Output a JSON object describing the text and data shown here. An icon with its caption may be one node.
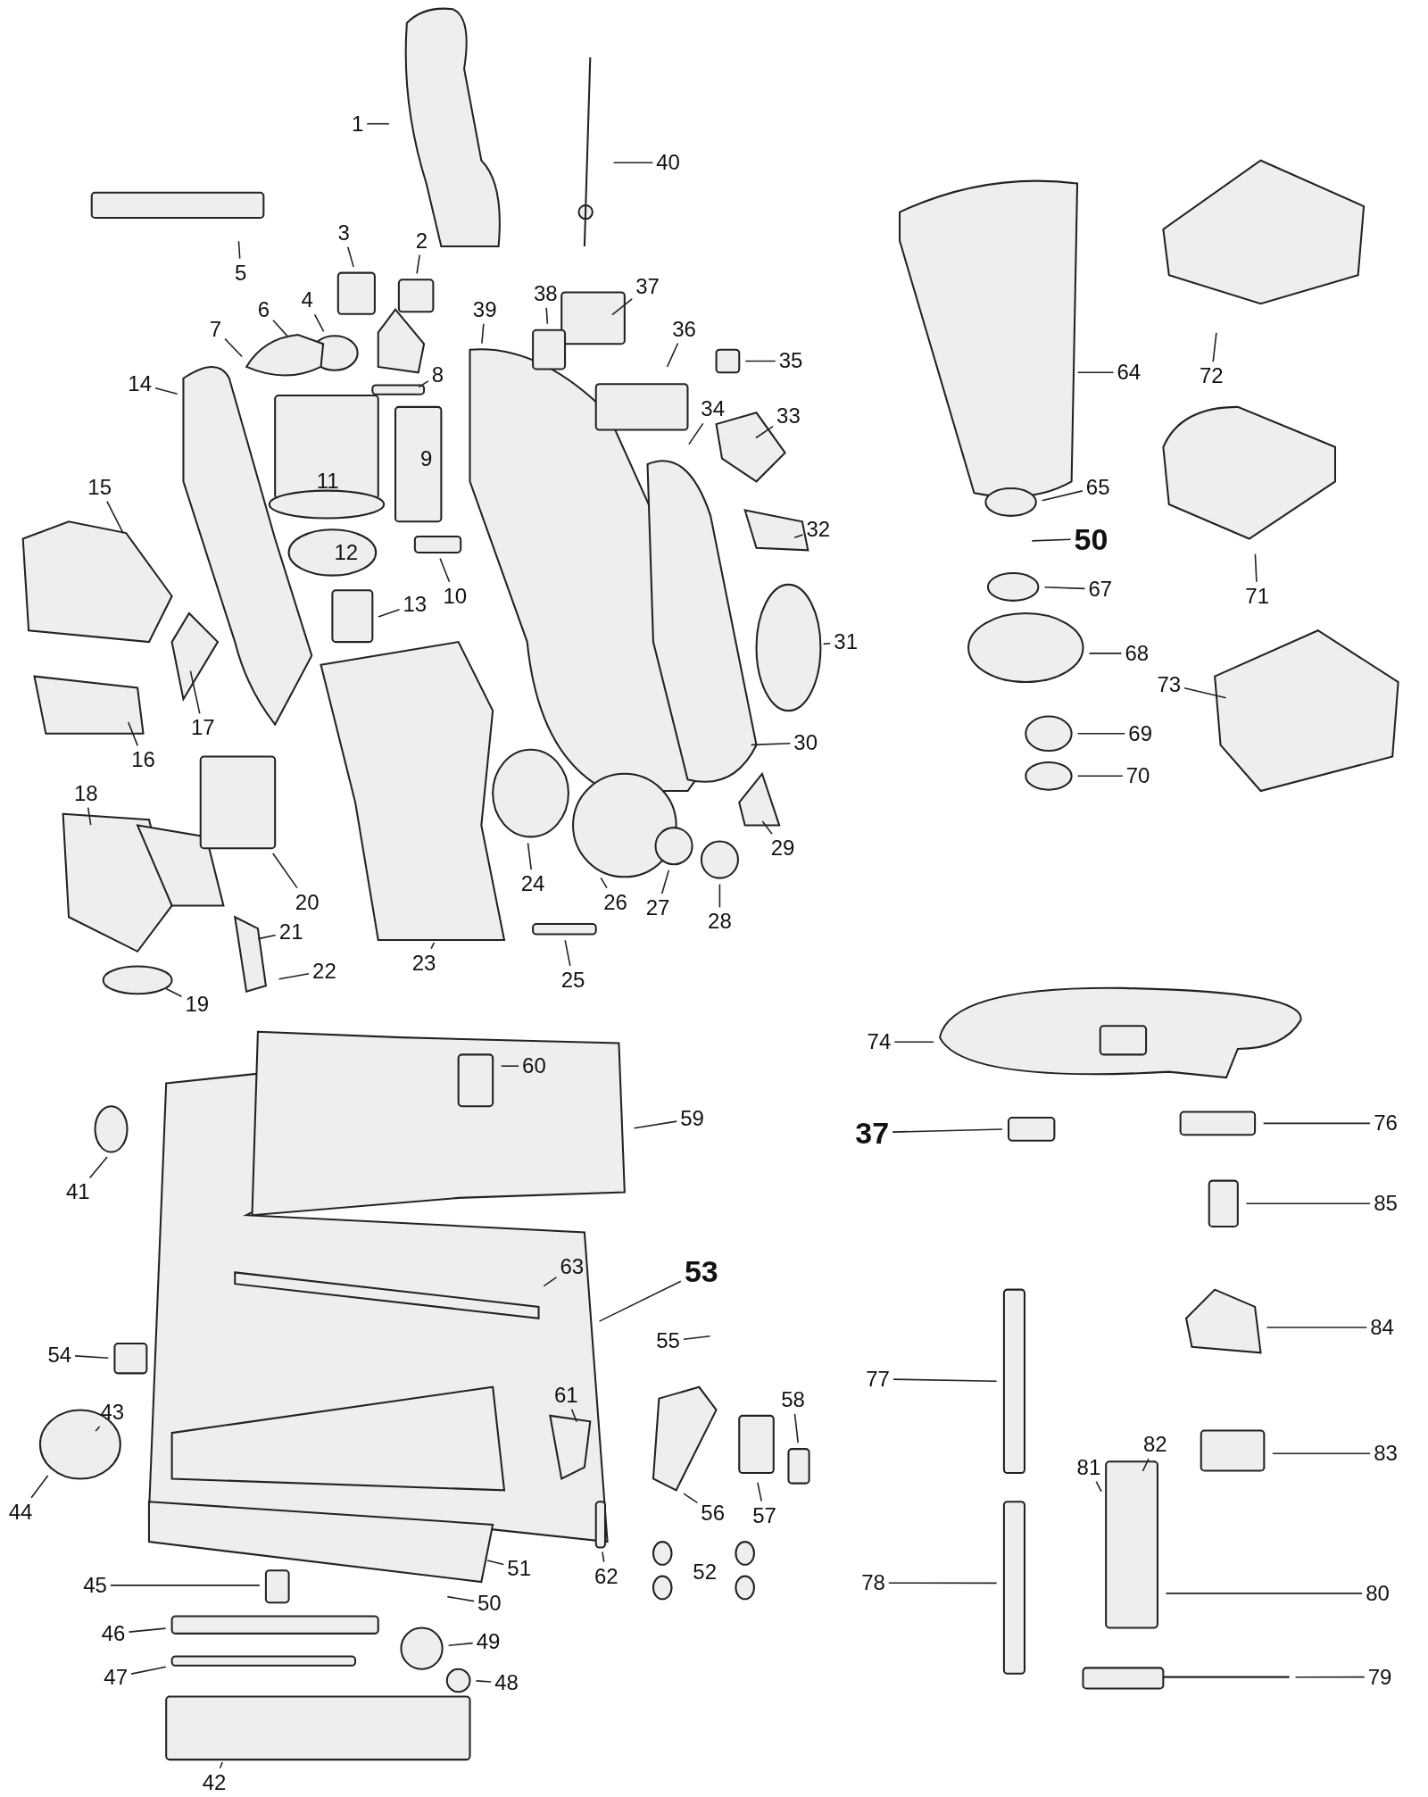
{
  "diagram": {
    "nodes": [
      {
        "text": [
          "1"
        ]
      },
      {
        "text": [
          "40"
        ]
      },
      {
        "text": [
          "5"
        ]
      },
      {
        "text": [
          "3"
        ]
      },
      {
        "text": [
          "2"
        ]
      },
      {
        "text": [
          "4"
        ]
      },
      {
        "text": [
          "6"
        ]
      },
      {
        "text": [
          "7"
        ]
      },
      {
        "text": [
          "39"
        ]
      },
      {
        "text": [
          "38"
        ]
      },
      {
        "text": [
          "37"
        ]
      },
      {
        "text": [
          "36"
        ]
      },
      {
        "text": [
          "35"
        ]
      },
      {
        "text": [
          "34"
        ]
      },
      {
        "text": [
          "33"
        ]
      },
      {
        "text": [
          "14"
        ]
      },
      {
        "text": [
          "8"
        ]
      },
      {
        "text": [
          "10"
        ]
      },
      {
        "text": [
          "15"
        ]
      },
      {
        "text": [
          "13"
        ]
      },
      {
        "text": [
          "32"
        ]
      },
      {
        "text": [
          "31"
        ]
      },
      {
        "text": [
          "17"
        ]
      },
      {
        "text": [
          "16"
        ]
      },
      {
        "text": [
          "30"
        ]
      },
      {
        "text": [
          "29"
        ]
      },
      {
        "text": [
          "18"
        ]
      },
      {
        "text": [
          "20"
        ]
      },
      {
        "text": [
          "24"
        ]
      },
      {
        "text": [
          "26"
        ]
      },
      {
        "text": [
          "27"
        ]
      },
      {
        "text": [
          "28"
        ]
      },
      {
        "text": [
          "23"
        ]
      },
      {
        "text": [
          "21"
        ]
      },
      {
        "text": [
          "22"
        ]
      },
      {
        "text": [
          "25"
        ]
      },
      {
        "text": [
          "19"
        ]
      },
      {
        "text": [
          "64"
        ]
      },
      {
        "text": [
          "72"
        ]
      },
      {
        "text": [
          "65"
        ]
      },
      {
        "text": [
          "50"
        ]
      },
      {
        "text": [
          "67"
        ]
      },
      {
        "text": [
          "71"
        ]
      },
      {
        "text": [
          "68"
        ]
      },
      {
        "text": [
          "73"
        ]
      },
      {
        "text": [
          "69"
        ]
      },
      {
        "text": [
          "70"
        ]
      },
      {
        "text": [
          "74"
        ]
      },
      {
        "text": [
          "60"
        ]
      },
      {
        "text": [
          "59"
        ]
      },
      {
        "text": [
          "41"
        ]
      },
      {
        "text": [
          "37"
        ]
      },
      {
        "text": [
          "76"
        ]
      },
      {
        "text": [
          "85"
        ]
      },
      {
        "text": [
          "53"
        ]
      },
      {
        "text": [
          "63"
        ]
      },
      {
        "text": [
          "55"
        ]
      },
      {
        "text": [
          "84"
        ]
      },
      {
        "text": [
          "54"
        ]
      },
      {
        "text": [
          "43"
        ]
      },
      {
        "text": [
          "61"
        ]
      },
      {
        "text": [
          "58"
        ]
      },
      {
        "text": [
          "77"
        ]
      },
      {
        "text": [
          "82"
        ]
      },
      {
        "text": [
          "81"
        ]
      },
      {
        "text": [
          "83"
        ]
      },
      {
        "text": [
          "44"
        ]
      },
      {
        "text": [
          "56"
        ]
      },
      {
        "text": [
          "57"
        ]
      },
      {
        "text": [
          "51"
        ]
      },
      {
        "text": [
          "62"
        ]
      },
      {
        "text": [
          "80"
        ]
      },
      {
        "text": [
          "78"
        ]
      },
      {
        "text": [
          "45"
        ]
      },
      {
        "text": [
          "50"
        ]
      },
      {
        "text": [
          "49"
        ]
      },
      {
        "text": [
          "46"
        ]
      },
      {
        "text": [
          "48"
        ]
      },
      {
        "text": [
          "47"
        ]
      },
      {
        "text": [
          "79"
        ]
      },
      {
        "text": [
          "42"
        ]
      }
    ],
    "edges": [
      {
        "from": 0,
        "to": null,
        "arrow": "none"
      },
      {
        "from": 1,
        "to": null,
        "arrow": "none"
      },
      {
        "from": 2,
        "to": null,
        "arrow": "none"
      },
      {
        "from": 3,
        "to": null,
        "arrow": "none"
      },
      {
        "from": 4,
        "to": null,
        "arrow": "none"
      },
      {
        "from": 5,
        "to": null,
        "arrow": "none"
      },
      {
        "from": 6,
        "to": null,
        "arrow": "none"
      },
      {
        "from": 7,
        "to": null,
        "arrow": "none"
      },
      {
        "from": 8,
        "to": null,
        "arrow": "none"
      },
      {
        "from": 9,
        "to": null,
        "arrow": "none"
      },
      {
        "from": 10,
        "to": null,
        "arrow": "none"
      },
      {
        "from": 11,
        "to": null,
        "arrow": "none"
      },
      {
        "from": 12,
        "to": null,
        "arrow": "none"
      },
      {
        "from": 13,
        "to": null,
        "arrow": "none"
      },
      {
        "from": 14,
        "to": null,
        "arrow": "none"
      },
      {
        "from": 15,
        "to": null,
        "arrow": "none"
      },
      {
        "from": 16,
        "to": null,
        "arrow": "none"
      },
      {
        "from": 17,
        "to": null,
        "arrow": "none"
      },
      {
        "from": 18,
        "to": null,
        "arrow": "none"
      },
      {
        "from": 19,
        "to": null,
        "arrow": "none"
      },
      {
        "from": 20,
        "to": null,
        "arrow": "none"
      },
      {
        "from": 21,
        "to": null,
        "arrow": "none"
      },
      {
        "from": 22,
        "to": null,
        "arrow": "none"
      },
      {
        "from": 23,
        "to": null,
        "arrow": "none"
      },
      {
        "from": 24,
        "to": null,
        "arrow": "none"
      },
      {
        "from": 25,
        "to": null,
        "arrow": "none"
      },
      {
        "from": 26,
        "to": null,
        "arrow": "none"
      },
      {
        "from": 27,
        "to": null,
        "arrow": "none"
      },
      {
        "from": 28,
        "to": null,
        "arrow": "none"
      },
      {
        "from": 29,
        "to": null,
        "arrow": "none"
      },
      {
        "from": 30,
        "to": null,
        "arrow": "none"
      },
      {
        "from": 31,
        "to": null,
        "arrow": "none"
      },
      {
        "from": 32,
        "to": null,
        "arrow": "none"
      },
      {
        "from": 33,
        "to": null,
        "arrow": "none"
      },
      {
        "from": 34,
        "to": null,
        "arrow": "none"
      },
      {
        "from": 35,
        "to": null,
        "arrow": "none"
      },
      {
        "from": 36,
        "to": null,
        "arrow": "none"
      },
      {
        "from": 37,
        "to": null,
        "arrow": "none"
      },
      {
        "from": 38,
        "to": null,
        "arrow": "none"
      },
      {
        "from": 39,
        "to": null,
        "arrow": "none"
      },
      {
        "from": 40,
        "to": null,
        "arrow": "none"
      },
      {
        "from": 41,
        "to": null,
        "arrow": "none"
      },
      {
        "from": 42,
        "to": null,
        "arrow": "none"
      },
      {
        "from": 43,
        "to": null,
        "arrow": "none"
      },
      {
        "from": 44,
        "to": null,
        "arrow": "none"
      },
      {
        "from": 45,
        "to": null,
        "arrow": "none"
      },
      {
        "from": 46,
        "to": null,
        "arrow": "none"
      },
      {
        "from": 47,
        "to": null,
        "arrow": "none"
      },
      {
        "from": 48,
        "to": null,
        "arrow": "none"
      },
      {
        "from": 49,
        "to": null,
        "arrow": "none"
      },
      {
        "from": 50,
        "to": null,
        "arrow": "none"
      },
      {
        "from": 51,
        "to": null,
        "arrow": "none"
      },
      {
        "from": 52,
        "to": null,
        "arrow": "none"
      },
      {
        "from": 53,
        "to": null,
        "arrow": "none"
      },
      {
        "from": 54,
        "to": null,
        "arrow": "none"
      },
      {
        "from": 55,
        "to": null,
        "arrow": "none"
      },
      {
        "from": 56,
        "to": null,
        "arrow": "none"
      },
      {
        "from": 57,
        "to": null,
        "arrow": "none"
      },
      {
        "from": 58,
        "to": null,
        "arrow": "none"
      },
      {
        "from": 59,
        "to": null,
        "arrow": "none"
      },
      {
        "from": 60,
        "to": null,
        "arrow": "none"
      },
      {
        "from": 61,
        "to": null,
        "arrow": "none"
      },
      {
        "from": 62,
        "to": null,
        "arrow": "none"
      },
      {
        "from": 63,
        "to": null,
        "arrow": "none"
      },
      {
        "from": 64,
        "to": null,
        "arrow": "none"
      },
      {
        "from": 65,
        "to": null,
        "arrow": "none"
      },
      {
        "from": 66,
        "to": null,
        "arrow": "none"
      },
      {
        "from": 67,
        "to": null,
        "arrow": "none"
      },
      {
        "from": 68,
        "to": null,
        "arrow": "none"
      },
      {
        "from": 69,
        "to": null,
        "arrow": "none"
      },
      {
        "from": 70,
        "to": null,
        "arrow": "none"
      },
      {
        "from": 71,
        "to": null,
        "arrow": "none"
      },
      {
        "from": 72,
        "to": null,
        "arrow": "none"
      },
      {
        "from": 73,
        "to": null,
        "arrow": "none"
      },
      {
        "from": 74,
        "to": null,
        "arrow": "none"
      },
      {
        "from": 75,
        "to": null,
        "arrow": "none"
      },
      {
        "from": 76,
        "to": null,
        "arrow": "none"
      },
      {
        "from": 77,
        "to": null,
        "arrow": "none"
      },
      {
        "from": 78,
        "to": null,
        "arrow": "none"
      },
      {
        "from": 79,
        "to": null,
        "arrow": "none"
      },
      {
        "from": 80,
        "to": null,
        "arrow": "none"
      }
    ],
    "labels": [
      "9",
      "11",
      "12",
      "52"
    ]
  }
}
